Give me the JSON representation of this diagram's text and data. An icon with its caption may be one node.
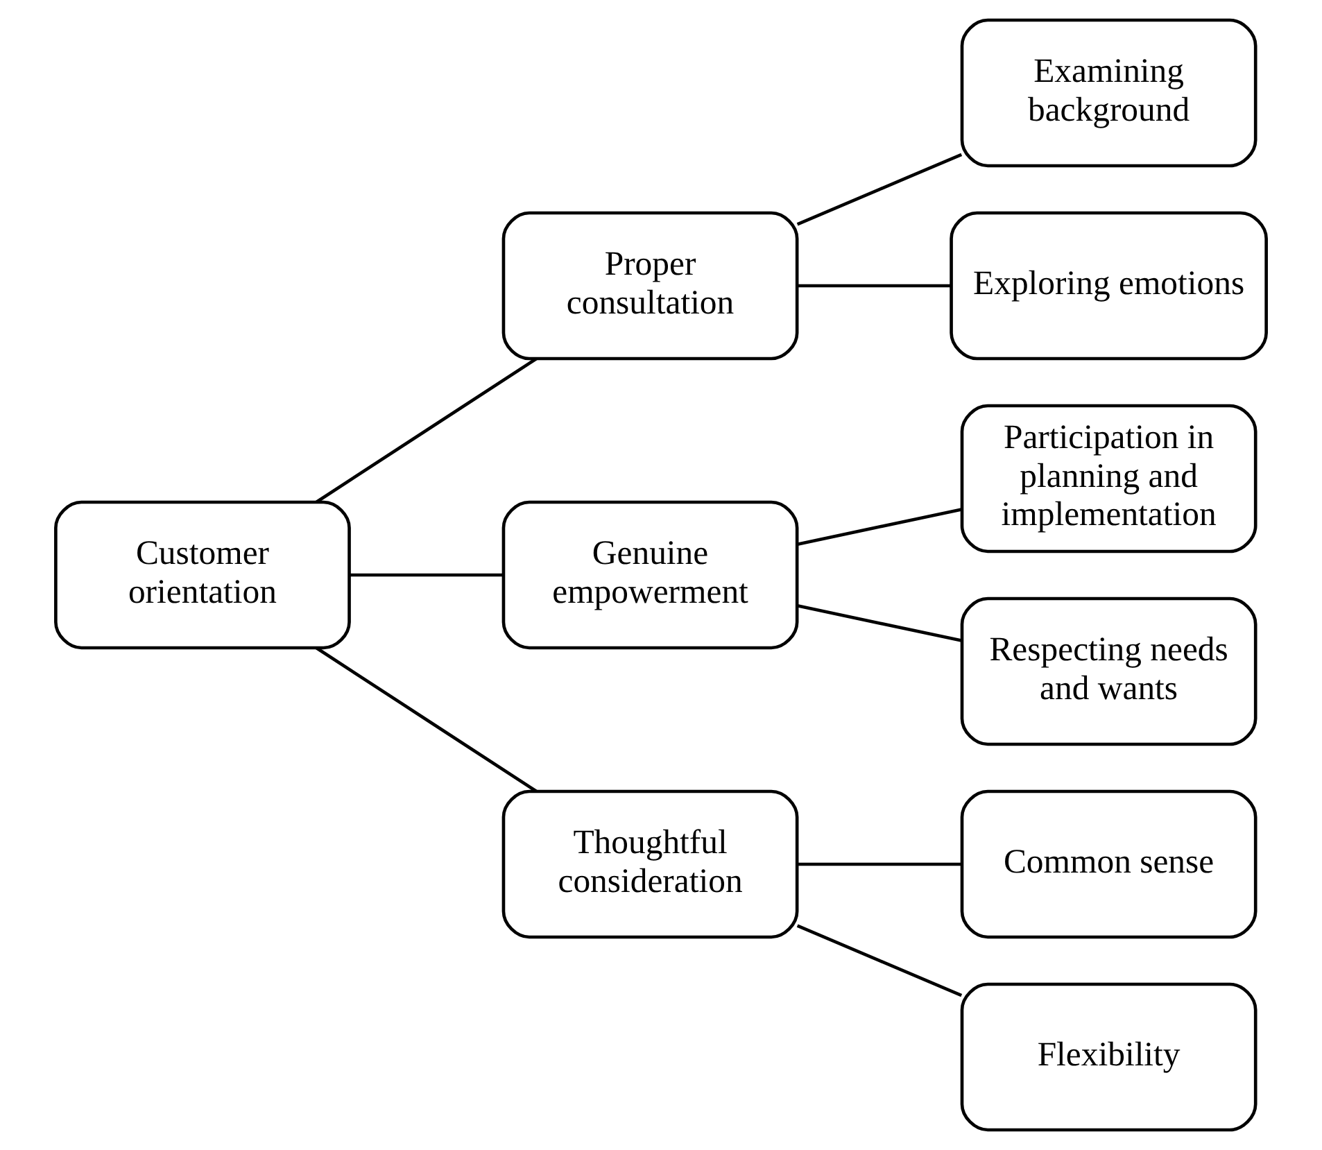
{
  "diagram": {
    "nodes": [
      {
        "text": [
          "Customer orientation"
        ]
      },
      {
        "text": [
          "Proper consultation"
        ]
      },
      {
        "text": [
          "Examining background"
        ]
      },
      {
        "text": [
          "Exploring emotions"
        ]
      },
      {
        "text": [
          "Genuine empowerment"
        ]
      },
      {
        "text": [
          "Participation in planning and implementation"
        ]
      },
      {
        "text": [
          "Respecting needs and wants"
        ]
      },
      {
        "text": [
          "Thoughtful consideration"
        ]
      },
      {
        "text": [
          "Common sense"
        ]
      },
      {
        "text": [
          "Flexibility"
        ]
      }
    ],
    "edges": [
      {
        "from": 0,
        "to": 1,
        "arrow": "none"
      },
      {
        "from": 0,
        "to": 4,
        "arrow": "none"
      },
      {
        "from": 0,
        "to": 7,
        "arrow": "none"
      },
      {
        "from": 1,
        "to": 2,
        "arrow": "none"
      },
      {
        "from": 1,
        "to": 3,
        "arrow": "none"
      },
      {
        "from": 4,
        "to": 5,
        "arrow": "none"
      },
      {
        "from": 4,
        "to": 6,
        "arrow": "none"
      },
      {
        "from": 7,
        "to": 8,
        "arrow": "none"
      },
      {
        "from": 7,
        "to": 9,
        "arrow": "none"
      }
    ]
  }
}
